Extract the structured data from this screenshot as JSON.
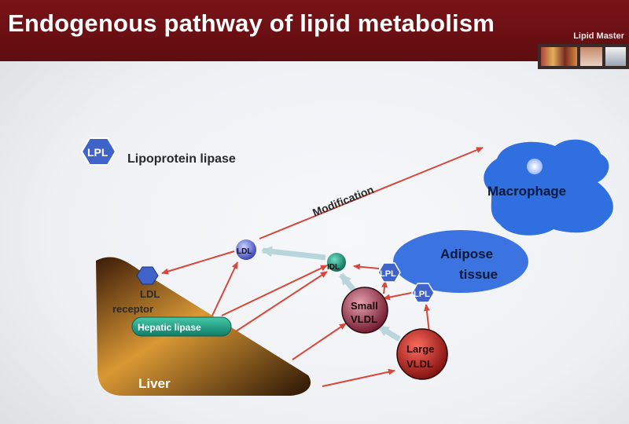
{
  "slide": {
    "title": "Endogenous pathway of lipid metabolism",
    "brand": "Lipid Master"
  },
  "legend": {
    "badge": "LPL",
    "text": "Lipoprotein lipase"
  },
  "nodes": {
    "macrophage": "Macrophage",
    "adipose_line1": "Adipose",
    "adipose_line2": "tissue",
    "ldl": "LDL",
    "idl": "IDL",
    "lpl_upper": "LPL",
    "lpl_lower": "LPL",
    "small_vldl_line1": "Small",
    "small_vldl_line2": "VLDL",
    "large_vldl_line1": "Large",
    "large_vldl_line2": "VLDL",
    "ldl_receptor_line1": "LDL",
    "ldl_receptor_line2": "receptor",
    "hepatic_lipase": "Hepatic lipase",
    "liver": "Liver"
  },
  "edges": {
    "modification": "Modification"
  },
  "colors": {
    "header": "#6b1014",
    "arrow": "#d7473a",
    "lpl_hex": "#3f63c9",
    "macrophage": "#2f6fe0",
    "adipose": "#3b73e0",
    "hepatic_lipase": "#1f9d84",
    "liver": "#d4932e"
  }
}
